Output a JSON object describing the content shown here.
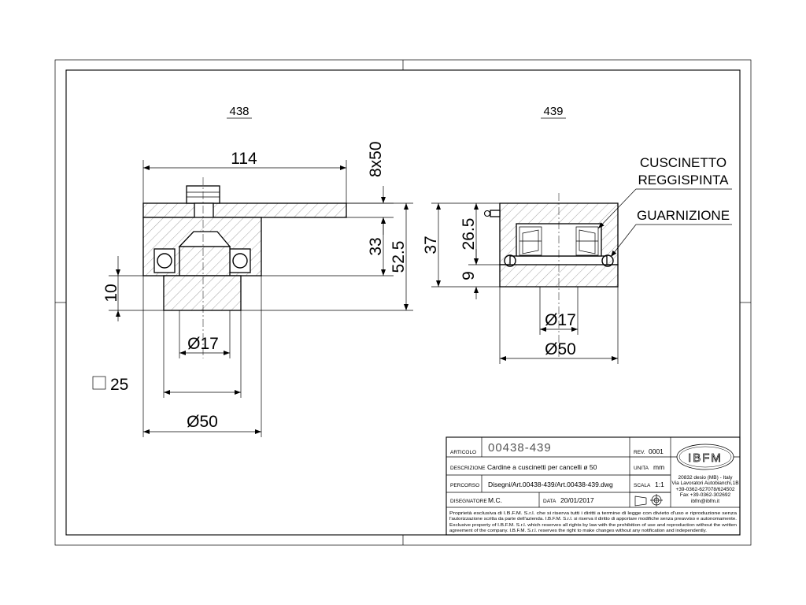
{
  "views": {
    "left_id": "438",
    "right_id": "439"
  },
  "dimensions": {
    "width_114": "114",
    "plate_8x50": "8x50",
    "h_33": "33",
    "h_52_5": "52.5",
    "h_10": "10",
    "dia_17_left": "Ø17",
    "square_25": "25",
    "dia_50_left": "Ø50",
    "h_37": "37",
    "h_26_5": "26.5",
    "h_9": "9",
    "dia_17_right": "Ø17",
    "dia_50_right": "Ø50"
  },
  "labels": {
    "bearing_line1": "CUSCINETTO",
    "bearing_line2": "REGGISPINTA",
    "seal": "GUARNIZIONE"
  },
  "title_block": {
    "articolo_label": "ARTICOLO",
    "articolo_value": "00438-439",
    "rev_label": "REV.",
    "rev_value": "0001",
    "descrizione_label": "DESCRIZIONE",
    "descrizione_value": "Cardine a cuscinetti per cancelli ø 50",
    "unita_label": "UNITA",
    "unita_value": "mm",
    "percorso_label": "PERCORSO",
    "percorso_value": "Disegni/Art.00438-439/Art.00438-439.dwg",
    "scala_label": "SCALA",
    "scala_value": "1:1",
    "disegnatore_label": "DISEGNATORE",
    "disegnatore_value": "M.C.",
    "data_label": "DATA",
    "data_value": "20/01/2017",
    "logo_text": "IBFM",
    "address_1": "20832 desio (MB) - Italy",
    "address_2": "Via Lavoratori Autobianchi,1B",
    "address_3": "+39-0362-627078/624502",
    "address_4": "Fax +39-0362-302692",
    "address_5": "ibfm@ibfm.it",
    "note_1": "Proprietà esclusiva di I.B.F.M. S.r.l. che si riserva tutti i diritti a termine di legge con divieto d'uso e riproduzione senza",
    "note_2": "l'autorizzazione scritta da parte dell'azienda. I.B.F.M. S.r.l. si riserva il diritto di apportare modifiche senza preavviso e autonomamente.",
    "note_3": "Exclusive property of I.B.F.M. S.r.l. which reserves all rights by law with the prohibition of use and reproduction without the written",
    "note_4": "agreement of the company. I.B.F.M. S.r.l. reserves the right to make changes without any notification and independently."
  }
}
